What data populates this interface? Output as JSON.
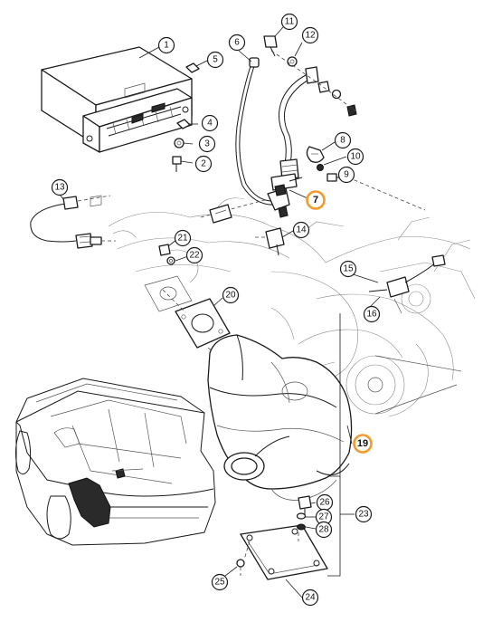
{
  "callouts": [
    {
      "id": "c1",
      "label": "1",
      "highlight": false
    },
    {
      "id": "c2",
      "label": "2",
      "highlight": false
    },
    {
      "id": "c3",
      "label": "3",
      "highlight": false
    },
    {
      "id": "c4",
      "label": "4",
      "highlight": false
    },
    {
      "id": "c5",
      "label": "5",
      "highlight": false
    },
    {
      "id": "c6",
      "label": "6",
      "highlight": false
    },
    {
      "id": "c7",
      "label": "7",
      "highlight": true
    },
    {
      "id": "c8",
      "label": "8",
      "highlight": false
    },
    {
      "id": "c9",
      "label": "9",
      "highlight": false
    },
    {
      "id": "c10",
      "label": "10",
      "highlight": false
    },
    {
      "id": "c11",
      "label": "11",
      "highlight": false
    },
    {
      "id": "c12",
      "label": "12",
      "highlight": false
    },
    {
      "id": "c13",
      "label": "13",
      "highlight": false
    },
    {
      "id": "c14",
      "label": "14",
      "highlight": false
    },
    {
      "id": "c15",
      "label": "15",
      "highlight": false
    },
    {
      "id": "c16",
      "label": "16",
      "highlight": false
    },
    {
      "id": "c19",
      "label": "19",
      "highlight": true
    },
    {
      "id": "c20",
      "label": "20",
      "highlight": false
    },
    {
      "id": "c21",
      "label": "21",
      "highlight": false
    },
    {
      "id": "c22",
      "label": "22",
      "highlight": false
    },
    {
      "id": "c23",
      "label": "23",
      "highlight": false
    },
    {
      "id": "c24",
      "label": "24",
      "highlight": false
    },
    {
      "id": "c25",
      "label": "25",
      "highlight": false
    },
    {
      "id": "c26",
      "label": "26",
      "highlight": false
    },
    {
      "id": "c27",
      "label": "27",
      "highlight": false
    },
    {
      "id": "c28",
      "label": "28",
      "highlight": false
    }
  ],
  "colors": {
    "ink": "#1a1a1a",
    "highlight": "#f29a2e",
    "background": "#ffffff"
  }
}
